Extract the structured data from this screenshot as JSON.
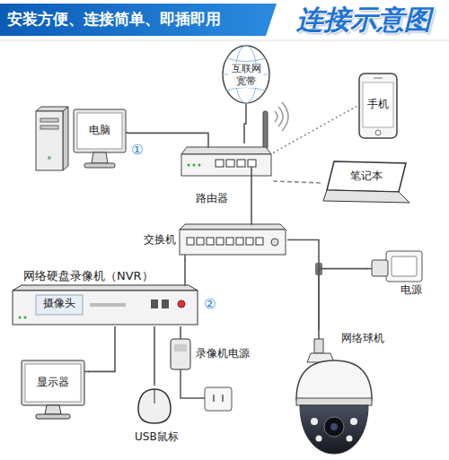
{
  "diagram": {
    "title": "连接示意图",
    "nodes": [
      {
        "text": [
          "互联网 宽带"
        ]
      },
      {
        "text": [
          "手机"
        ]
      },
      {
        "text": [
          "电脑"
        ]
      },
      {
        "text": [
          "路由器"
        ]
      },
      {
        "text": [
          "笔记本"
        ]
      },
      {
        "text": [
          "交换机"
        ]
      },
      {
        "text": [
          "网络硬盘录像机（NVR）",
          "摄像头"
        ]
      },
      {
        "text": [
          "录像机电源"
        ]
      },
      {
        "text": [
          "显示器"
        ]
      },
      {
        "text": [
          "USB鼠标"
        ]
      },
      {
        "text": [
          "电源"
        ]
      },
      {
        "text": [
          "网络球机"
        ]
      }
    ],
    "edges": [
      {
        "from": 0,
        "to": 3,
        "arrow": "none"
      },
      {
        "from": 2,
        "to": 3,
        "arrow": "none"
      },
      {
        "from": 3,
        "to": 1,
        "arrow": "none"
      },
      {
        "from": 3,
        "to": 4,
        "arrow": "none"
      },
      {
        "from": 3,
        "to": 5,
        "arrow": "none"
      },
      {
        "from": 5,
        "to": 6,
        "arrow": "none"
      },
      {
        "from": 5,
        "to": 11,
        "arrow": "none"
      },
      {
        "from": 11,
        "to": 10,
        "arrow": "none"
      },
      {
        "from": 6,
        "to": 8,
        "arrow": "none"
      },
      {
        "from": 6,
        "to": 9,
        "arrow": "none"
      },
      {
        "from": 6,
        "to": 7,
        "arrow": "none"
      }
    ],
    "labels": [
      "安装方便、连接简单、即插即用",
      "①",
      "②"
    ]
  }
}
